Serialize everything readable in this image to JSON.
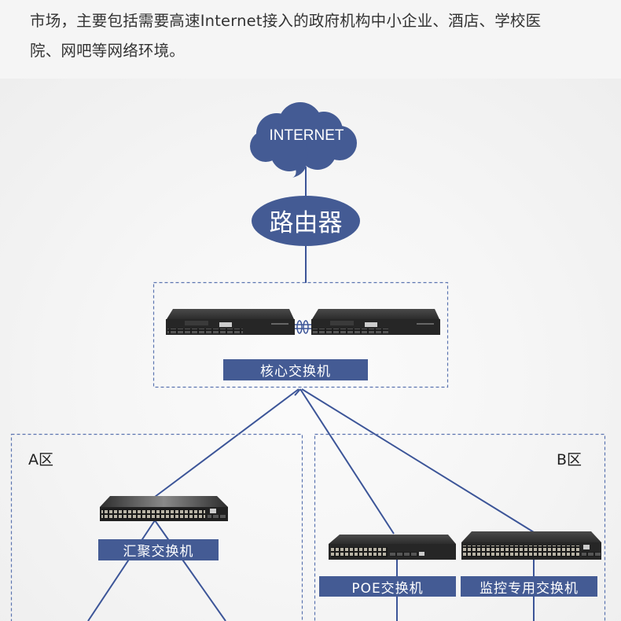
{
  "intro": {
    "line1": "市场，主要包括需要高速Internet接入的政府机构中小企业、酒店、学校医",
    "line2": "院、网吧等网络环境。"
  },
  "diagram": {
    "internet_label": "INTERNET",
    "router_label": "路由器",
    "core_switch_label": "核心交换机",
    "zone_a_label": "A区",
    "zone_b_label": "B区",
    "aggregation_switch_label": "汇聚交换机",
    "poe_switch_label": "POE交换机",
    "surveillance_switch_label": "监控专用交换机"
  },
  "colors": {
    "accent": "#445b94",
    "line": "#3c5598",
    "dashed_border": "#5b74b0",
    "device_body": "#2a2a2a"
  }
}
